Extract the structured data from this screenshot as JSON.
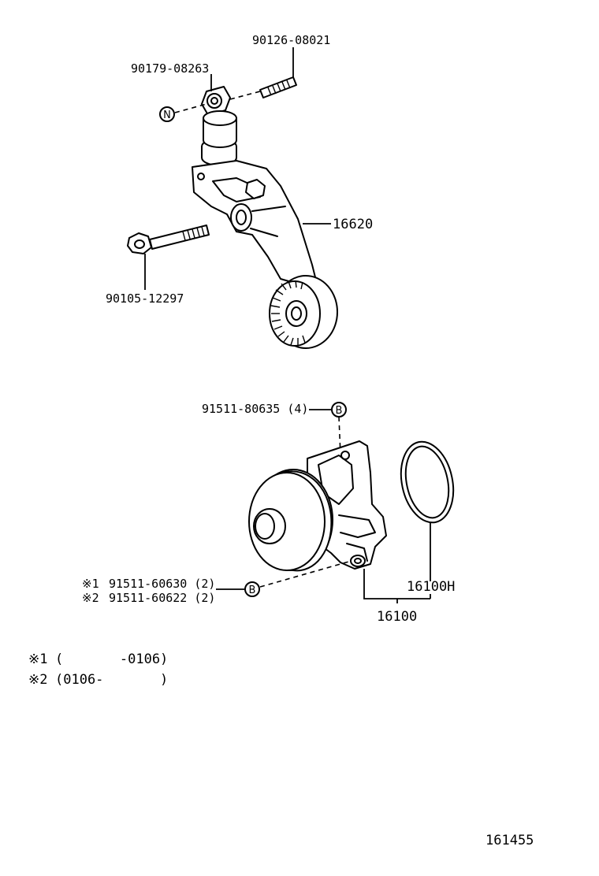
{
  "upper_assembly": {
    "stud_bolt_part": "90126-08021",
    "nut_part": "90179-08263",
    "nut_marker": "N",
    "tensioner_part": "16620",
    "bolt_part": "90105-12297"
  },
  "water_pump": {
    "bolt_upper_part": "91511-80635 (4)",
    "bolt_marker": "B",
    "note1_symbol": "※1",
    "note1_part": "91511-60630 (2)",
    "note2_symbol": "※2",
    "note2_part": "91511-60622 (2)",
    "gasket_part": "16100H",
    "pump_part": "16100"
  },
  "footnotes": {
    "note1_symbol": "※1",
    "note1_range": "(       -0106)",
    "note2_symbol": "※2",
    "note2_range": "(0106-       )"
  },
  "figure_number": "161455"
}
